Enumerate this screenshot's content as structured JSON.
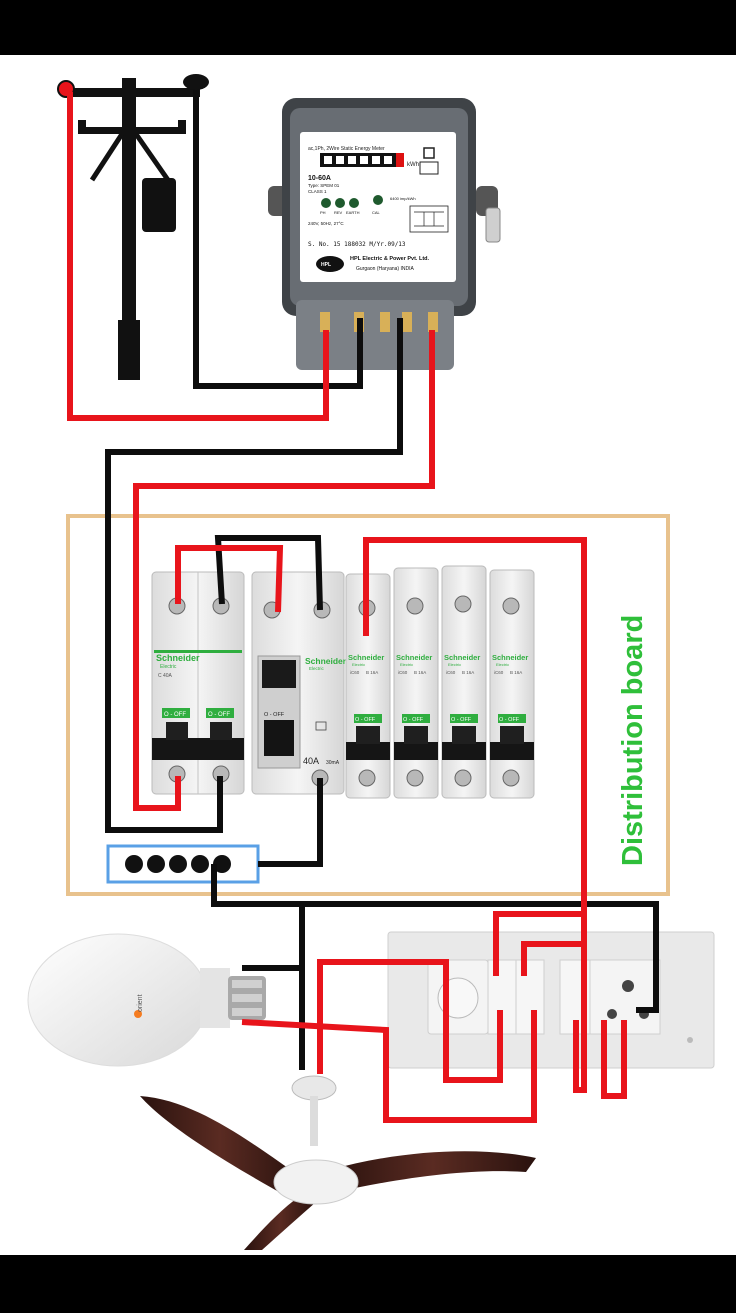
{
  "meter": {
    "header": "ac,1Ph, 2Wire Static Energy Meter",
    "rating": "10-60A",
    "type": "Type: SPEM 01",
    "class": "CLASS 1",
    "kwh": "kWh",
    "indicator_1": "PH",
    "indicator_2": "REV",
    "indicator_3": "EARTH",
    "indicator_4": "CAL",
    "impulse": "6400 imp/kWh",
    "spec": "240V, 50Hz, 27°C",
    "serial": "S. No. 15 188032  M/Yr.09/13",
    "maker": "HPL Electric & Power Pvt. Ltd.",
    "place": "Gurgaon (Haryana) INDIA",
    "brand": "HPL"
  },
  "board": {
    "title": "Distribution board",
    "brand": "Schneider",
    "brand_sub": "Electric",
    "mcb_main_rating": "C 40A",
    "rccb_current": "40A",
    "rccb_sensitivity": "30mA",
    "mcb_rating": "B 16A",
    "mcb_series": "iC60",
    "switch_state": "O - OFF"
  },
  "bulb": {
    "brand": "orient"
  },
  "colors": {
    "phase_wire": "#e8141b",
    "neutral_wire": "#0d0d0d",
    "board_outline": "#e8c28d",
    "board_title": "#2fbf3a",
    "neutral_link": "#5aa0e6",
    "fan_blade": "#3b1d17"
  }
}
